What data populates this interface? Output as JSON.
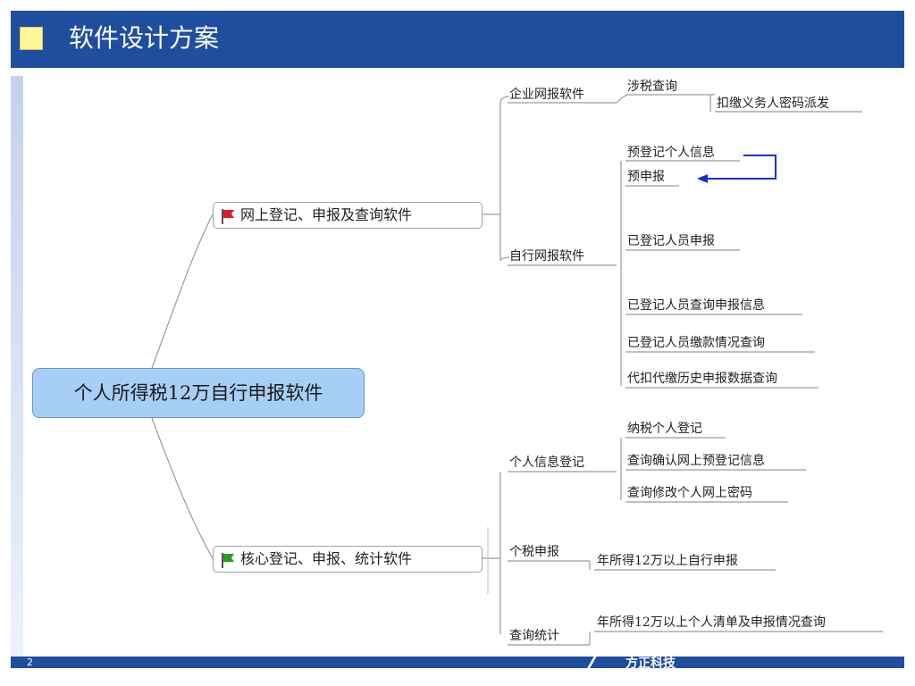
{
  "header": {
    "title": "软件设计方案"
  },
  "footer": {
    "page": "2",
    "logo": "方正科技"
  },
  "root": {
    "label": "个人所得税12万自行申报软件"
  },
  "branches": {
    "online": {
      "label": "网上登记、申报及查询软件",
      "flag_color": "#d82020",
      "enterprise": {
        "label": "企业网报软件",
        "tax_query": "涉税查询",
        "password_dispatch": "扣缴义务人密码派发"
      },
      "self": {
        "label": "自行网报软件",
        "pre_register": "预登记个人信息",
        "pre_declare": "预申报",
        "registered_declare": "已登记人员申报",
        "registered_query": "已登记人员查询申报信息",
        "registered_payment": "已登记人员缴款情况查询",
        "withholding_history": "代扣代缴历史申报数据查询"
      }
    },
    "core": {
      "label": "核心登记、申报、统计软件",
      "flag_color": "#22a022",
      "personal_info": {
        "label": "个人信息登记",
        "taxpayer_register": "纳税个人登记",
        "confirm_online_pre": "查询确认网上预登记信息",
        "modify_password": "查询修改个人网上密码"
      },
      "income_tax_declare": {
        "label": "个税申报",
        "annual_120k": "年所得12万以上自行申报"
      },
      "query_stats": {
        "label": "查询统计",
        "list_query": "年所得12万以上个人清单及申报情况查询"
      }
    }
  },
  "colors": {
    "header_bg": "#1f4e9f",
    "root_fill": "#a7cef6",
    "arrow": "#1030d0"
  }
}
